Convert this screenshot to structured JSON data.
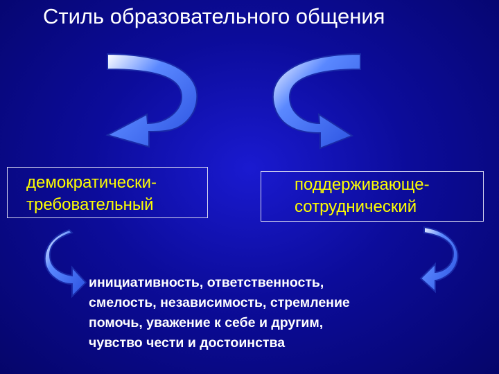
{
  "title": "Стиль образовательного общения",
  "styles": {
    "left": [
      "демократически-",
      "требовательный"
    ],
    "right": [
      "поддерживающе-",
      "сотруднический"
    ]
  },
  "qualities": [
    "инициативность, ответственность,",
    "смелость, независимость, стремление",
    "помочь, уважение к себе и другим,",
    "чувство чести и достоинства"
  ],
  "colors": {
    "background": "#0c0c9a",
    "title": "#ffffff",
    "style_text": "#ffff00",
    "qualities_text": "#ffffff",
    "arrow_fill": "#3a6cf0",
    "arrow_edge": "#1a2aa8"
  },
  "icons": [
    "curved-arrow-left-down-icon",
    "curved-arrow-right-down-icon",
    "curved-arrow-into-text-left-icon",
    "curved-arrow-into-text-right-icon"
  ]
}
